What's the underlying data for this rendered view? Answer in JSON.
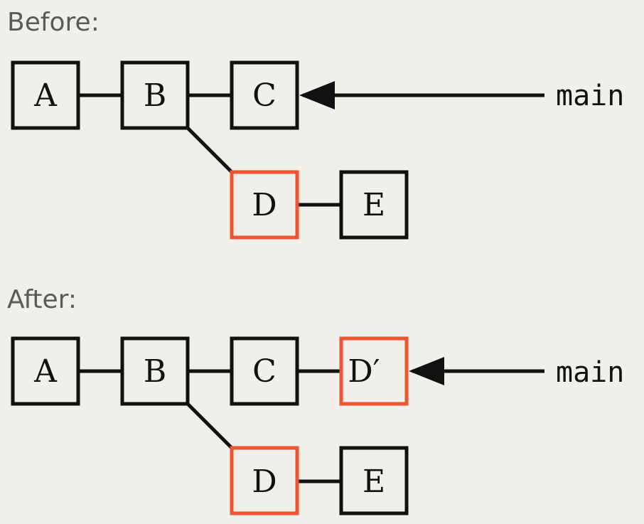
{
  "colors": {
    "background": "#f0efe9",
    "stroke": "#111111",
    "highlight": "#ee5533",
    "heading": "#5a5a5a"
  },
  "before": {
    "heading": "Before:",
    "nodes": {
      "A": "A",
      "B": "B",
      "C": "C",
      "D": "D",
      "E": "E"
    },
    "ref": "main"
  },
  "after": {
    "heading": "After:",
    "nodes": {
      "A": "A",
      "B": "B",
      "C": "C",
      "Dprime": "D′",
      "D": "D",
      "E": "E"
    },
    "ref": "main"
  }
}
